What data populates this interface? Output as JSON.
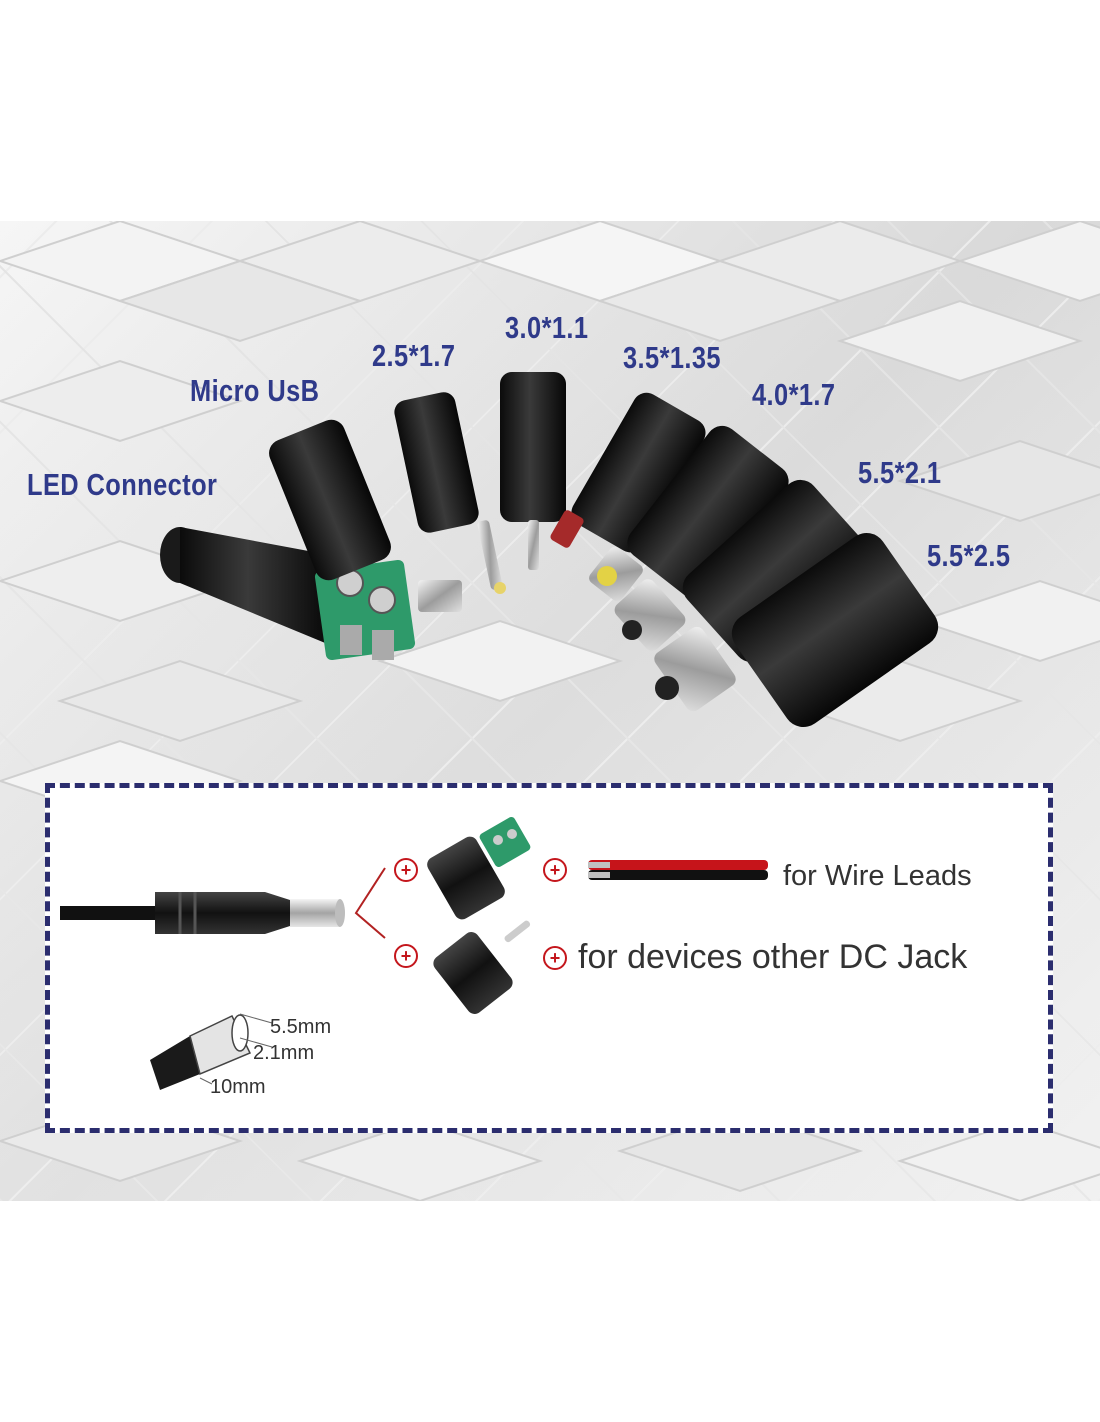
{
  "adapters": {
    "led": "LED Connector",
    "micro_usb": "Micro UsB",
    "a25": "2.5*1.7",
    "a30": "3.0*1.1",
    "a35": "3.5*1.35",
    "a40": "4.0*1.7",
    "a55_21": "5.5*2.1",
    "a55_25": "5.5*2.5"
  },
  "diagram": {
    "wire_leads": "for Wire Leads",
    "dc_jack": "for devices other DC Jack",
    "dim_outer": "5.5mm",
    "dim_inner": "2.1mm",
    "dim_length": "10mm"
  },
  "colors": {
    "label_blue": "#2f3a8a",
    "border_navy": "#2b2d6e",
    "terminal_green": "#2e9a6a",
    "plus_red": "#c4161c"
  }
}
